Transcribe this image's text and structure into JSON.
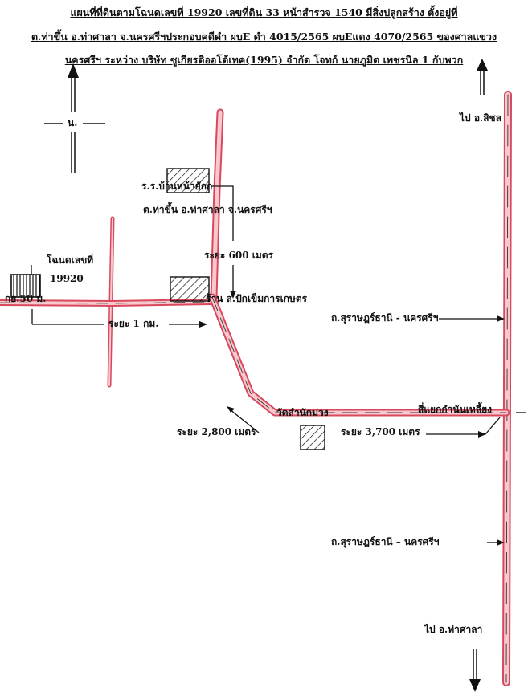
{
  "header": {
    "line1": "แผนที่ที่ดินตามโฉนดเลขที่  19920  เลขที่ดิน 33 หน้าสำรวจ  1540 มีสิ่งปลูกสร้าง ตั้งอยู่ที่",
    "line2": "ต.ท่าขึ้น อ.ท่าศาลา จ.นครศรีฯประกอบคดีดำ  ผบE ดำ 4015/2565  ผบEแดง 4070/2565 ของศาลแขวง",
    "line3": "นครศรีฯ ระหว่าง บริษัท ซูเกียรติออโต้เทค(1995) จำกัด โจทก์ นายภูมิต  เพชรนิล 1 กับพวก"
  },
  "north": {
    "label": "น."
  },
  "labels": {
    "to_sichon": "ไป อ.สิชล",
    "school": "ร.ร.บ้านหน้ายักก",
    "school_location": "ต.ท่าขึ้น อ.ท่าศาลา จ.นครศรีฯ",
    "dist_600": "ระยะ 600 เมตร",
    "deed_label": "โฉนดเลขที่",
    "deed_number": "19920",
    "frontage": "กย.50 ม.",
    "shop": "ร้าน ส.ปักเข็มการเกษตร",
    "dist_1km": "ระยะ  1 กม.",
    "road_upper": "ถ.สุราษฎร์ธานี - นครศรีฯ",
    "temple": "วัดสำนักม่วง",
    "junction": "สี่แยกกำนันเหลี้ยง",
    "dist_2800": "ระยะ  2,800  เมตร",
    "dist_3700": "ระยะ  3,700  เมตร",
    "road_lower": "ถ.สุราษฎร์ธานี – นครศรีฯ",
    "to_thasala": "ไป อ.ท่าศาลา"
  },
  "colors": {
    "road_fill": "#f7c9cf",
    "road_edge": "#d9485c",
    "ink": "#111111"
  }
}
